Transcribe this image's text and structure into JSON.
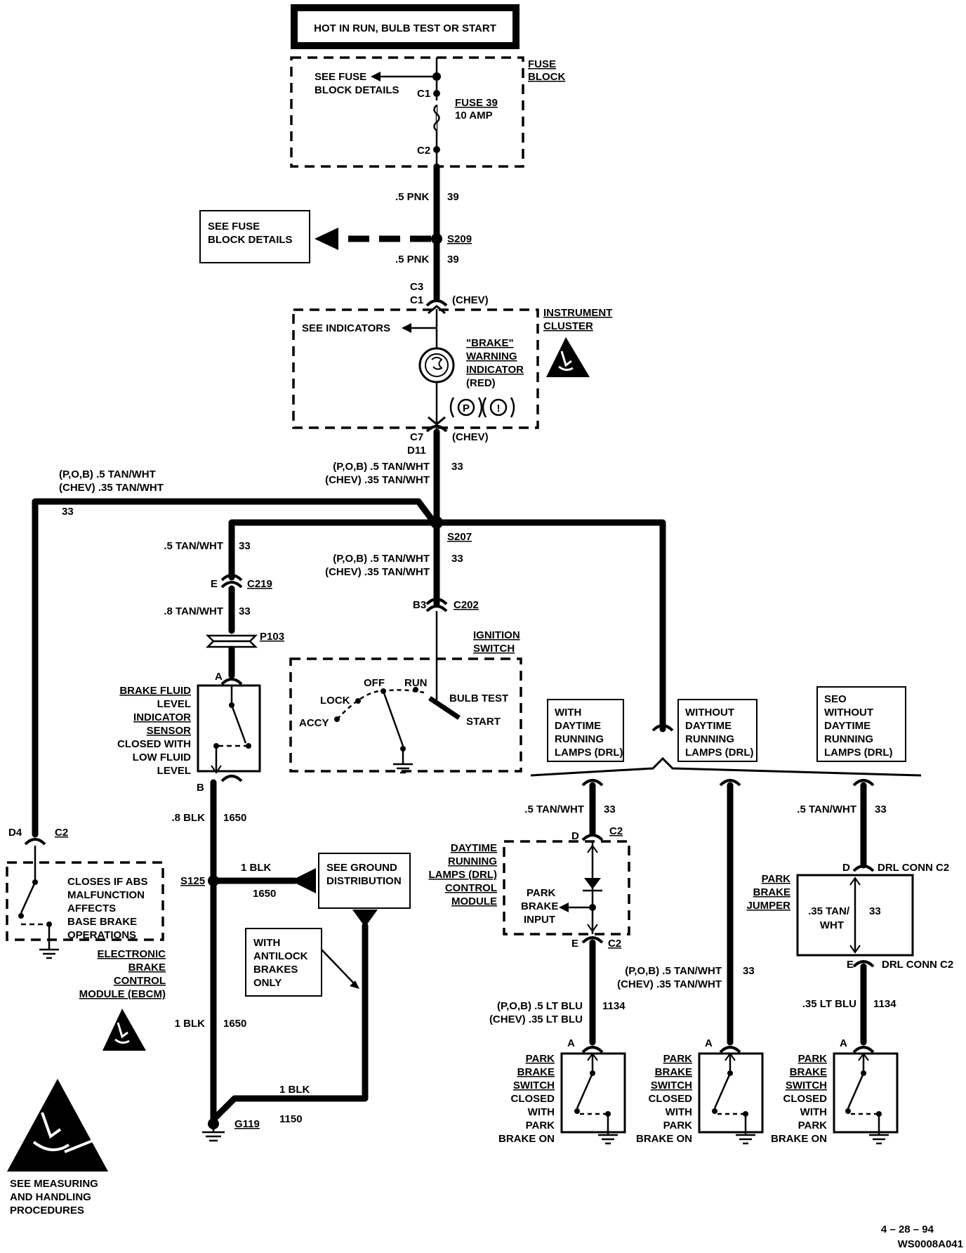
{
  "header": {
    "label": "HOT IN RUN, BULB TEST OR START"
  },
  "fuse_block": {
    "title_1": "FUSE",
    "title_2": "BLOCK",
    "see_1": "SEE FUSE",
    "see_2": "BLOCK DETAILS",
    "c1": "C1",
    "c2": "C2",
    "fuse_1": "FUSE 39",
    "fuse_2": "10 AMP"
  },
  "top_wire": {
    "gauge_a": ".5 PNK",
    "circuit_a": "39",
    "splice": "S209",
    "gauge_b": ".5 PNK",
    "circuit_b": "39",
    "see_1": "SEE FUSE",
    "see_2": "BLOCK DETAILS"
  },
  "cluster": {
    "c3": "C3",
    "c1": "C1",
    "chev_top": "(CHEV)",
    "title_1": "INSTRUMENT",
    "title_2": "CLUSTER",
    "see_indicators": "SEE INDICATORS",
    "ind_1": "\"BRAKE\"",
    "ind_2": "WARNING",
    "ind_3": "INDICATOR",
    "ind_4": "(RED)",
    "sym_p": "P",
    "sym_ex": "!",
    "c7": "C7",
    "d11": "D11",
    "chev_bot": "(CHEV)"
  },
  "wire_s207": {
    "pob": "(P,O,B)  .5  TAN/WHT",
    "chev": "(CHEV)  .35  TAN/WHT",
    "circuit": "33",
    "splice": "S207"
  },
  "left_wire": {
    "pob": "(P,O,B)  .5  TAN/WHT",
    "chev": "(CHEV)  .35  TAN/WHT",
    "circuit": "33"
  },
  "sensor_branch": {
    "gauge_a": ".5 TAN/WHT",
    "circuit_a": "33",
    "e": "E",
    "c219": "C219",
    "gauge_b": ".8 TAN/WHT",
    "circuit_b": "33",
    "p103": "P103",
    "a": "A",
    "b": "B",
    "sensor_1": "BRAKE FLUID",
    "sensor_2": "LEVEL",
    "sensor_3": "INDICATOR",
    "sensor_4": "SENSOR",
    "sensor_5": "CLOSED WITH",
    "sensor_6": "LOW FLUID",
    "sensor_7": "LEVEL"
  },
  "ignition": {
    "pob": "(P,O,B)  .5  TAN/WHT",
    "chev": "(CHEV)  .35  TAN/WHT",
    "circuit": "33",
    "b3": "B3",
    "c202": "C202",
    "title_1": "IGNITION",
    "title_2": "SWITCH",
    "off": "OFF",
    "run": "RUN",
    "lock": "LOCK",
    "accy": "ACCY",
    "bulb": "BULB TEST",
    "start": "START"
  },
  "ground": {
    "gauge_a": ".8 BLK",
    "circuit_a": "1650",
    "s125": "S125",
    "gauge_b": "1 BLK",
    "circuit_b": "1650",
    "see_1": "SEE GROUND",
    "see_2": "DISTRIBUTION",
    "abs_1": "WITH",
    "abs_2": "ANTILOCK",
    "abs_3": "BRAKES",
    "abs_4": "ONLY",
    "gauge_c": "1 BLK",
    "circuit_c": "1650",
    "gauge_d": "1 BLK",
    "circuit_d": "1150",
    "g119": "G119"
  },
  "ebcm": {
    "circuit": "33",
    "d4": "D4",
    "c2": "C2",
    "text_1": "CLOSES IF ABS",
    "text_2": "MALFUNCTION",
    "text_3": "AFFECTS",
    "text_4": "BASE BRAKE",
    "text_5": "OPERATIONS",
    "title_1": "ELECTRONIC",
    "title_2": "BRAKE",
    "title_3": "CONTROL",
    "title_4": "MODULE (EBCM)"
  },
  "esd": {
    "line_1": "SEE MEASURING",
    "line_2": "AND HANDLING",
    "line_3": "PROCEDURES"
  },
  "options": {
    "drl_1": "WITH",
    "drl_2": "DAYTIME",
    "drl_3": "RUNNING",
    "drl_4": "LAMPS (DRL)",
    "nodrl_1": "WITHOUT",
    "nodrl_2": "DAYTIME",
    "nodrl_3": "RUNNING",
    "nodrl_4": "LAMPS (DRL)",
    "seo_1": "SEO",
    "seo_2": "WITHOUT",
    "seo_3": "DAYTIME",
    "seo_4": "RUNNING",
    "seo_5": "LAMPS (DRL)"
  },
  "drl_branch": {
    "gauge": ".5 TAN/WHT",
    "circuit": "33",
    "d": "D",
    "c2_top": "C2",
    "mod_1": "DAYTIME",
    "mod_2": "RUNNING",
    "mod_3": "LAMPS (DRL)",
    "mod_4": "CONTROL",
    "mod_5": "MODULE",
    "in_1": "PARK",
    "in_2": "BRAKE",
    "in_3": "INPUT",
    "e": "E",
    "c2_bot": "C2",
    "pob": "(P,O,B)  .5  LT BLU",
    "chev": "(CHEV)  .35  LT  BLU",
    "circuit_b": "1134",
    "a": "A"
  },
  "nodrl_branch": {
    "pob": "(P,O,B)  .5  TAN/WHT",
    "chev": "(CHEV)  .35  TAN/WHT",
    "circuit": "33",
    "a": "A"
  },
  "seo_branch": {
    "gauge": ".5 TAN/WHT",
    "circuit": "33",
    "d": "D",
    "conn_top": "DRL CONN C2",
    "j_1": "PARK",
    "j_2": "BRAKE",
    "j_3": "JUMPER",
    "inner_1": ".35 TAN/",
    "inner_2": "WHT",
    "inner_c": "33",
    "e": "E",
    "conn_bot": "DRL CONN C2",
    "gauge_b": ".35 LT BLU",
    "circuit_b": "1134",
    "a": "A"
  },
  "park_switch": {
    "l1": "PARK",
    "l2": "BRAKE",
    "l3": "SWITCH",
    "l4": "CLOSED",
    "l5": "WITH",
    "l6": "PARK",
    "l7": "BRAKE ON"
  },
  "footer": {
    "date": "4 – 28 – 94",
    "code": "WS0008A041"
  }
}
